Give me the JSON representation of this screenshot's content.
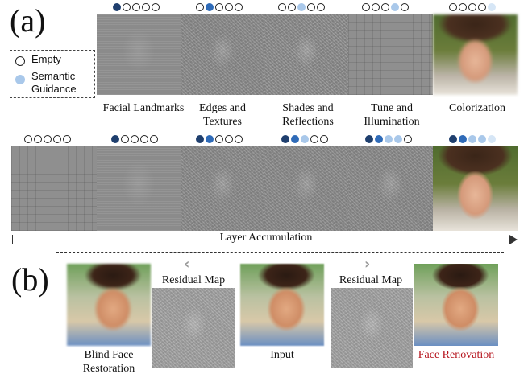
{
  "panels": {
    "a": "(a)",
    "b": "(b)"
  },
  "legend": {
    "empty_label": "Empty",
    "semantic_label": "Semantic\nGuidance"
  },
  "top_row": {
    "captions": [
      "Facial Landmarks",
      "Edges and\nTextures",
      "Shades and\nReflections",
      "Tune and\nIllumination",
      "Colorization"
    ]
  },
  "layer_axis_label": "Layer Accumulation",
  "bottom_row": {
    "captions": {
      "blind": "Blind Face\nRestoration",
      "residual_left": "Residual Map",
      "input": "Input",
      "residual_right": "Residual Map",
      "renovation": "Face Renovation"
    },
    "arrows": {
      "left": "‹",
      "right": "›"
    },
    "colors": {
      "renovation_text": "#b5121b"
    }
  },
  "dot_states": {
    "top": [
      [
        "dark",
        "empty",
        "empty",
        "empty",
        "empty"
      ],
      [
        "empty",
        "mid",
        "empty",
        "empty",
        "empty"
      ],
      [
        "empty",
        "empty",
        "light",
        "empty",
        "empty"
      ],
      [
        "empty",
        "empty",
        "empty",
        "light",
        "empty"
      ],
      [
        "empty",
        "empty",
        "empty",
        "empty",
        "pale"
      ]
    ],
    "middle": [
      [
        "empty",
        "empty",
        "empty",
        "empty",
        "empty"
      ],
      [
        "dark",
        "empty",
        "empty",
        "empty",
        "empty"
      ],
      [
        "dark",
        "mid",
        "empty",
        "empty",
        "empty"
      ],
      [
        "dark",
        "mid",
        "light",
        "empty",
        "empty"
      ],
      [
        "dark",
        "mid",
        "light",
        "light",
        "empty"
      ],
      [
        "dark",
        "mid",
        "light",
        "light",
        "pale"
      ]
    ],
    "colors": {
      "dark": "#1f3f6e",
      "mid": "#2f6bb8",
      "light": "#a9c8ea",
      "pale": "#d6e6f6"
    }
  }
}
